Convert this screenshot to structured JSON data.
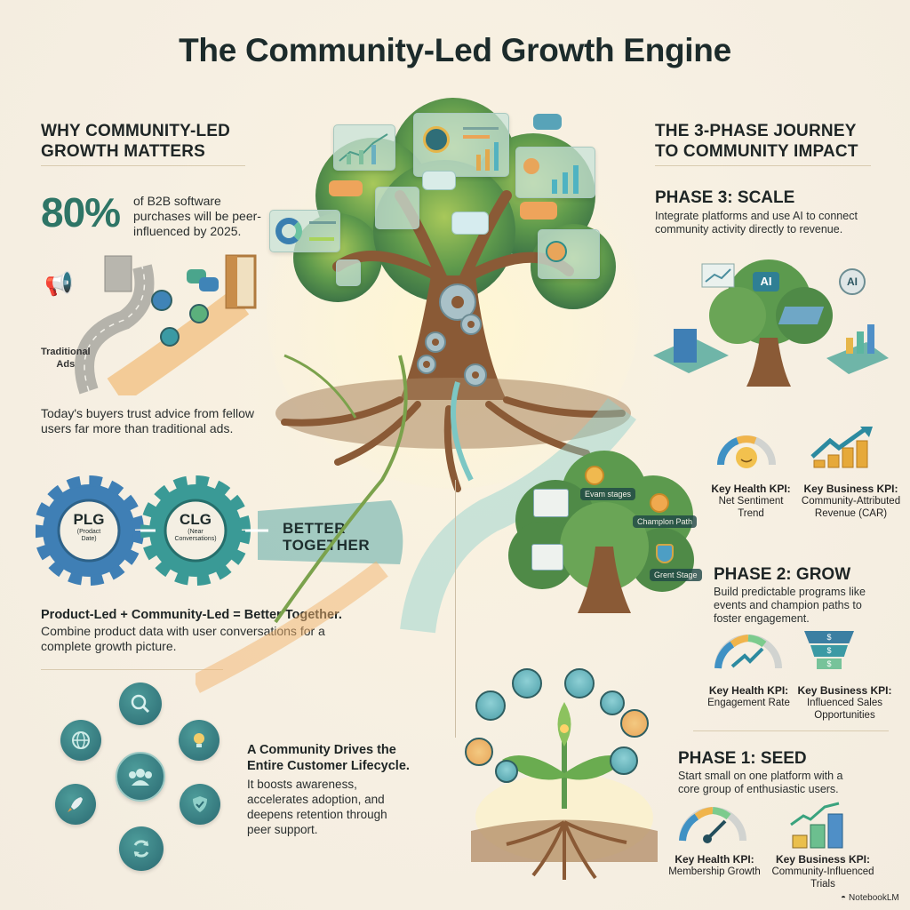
{
  "title": "The Community-Led Growth Engine",
  "left": {
    "why": {
      "heading_line1": "WHY COMMUNITY-LED",
      "heading_line2": "GROWTH MATTERS",
      "stat_value": "80%",
      "stat_text_line1": "of B2B software",
      "stat_text_line2": "purchases will be peer-",
      "stat_text_line3": "influenced by 2025.",
      "illustration_label_line1": "Traditional",
      "illustration_label_line2": "Ads",
      "caption_line1": "Today's buyers trust advice from fellow",
      "caption_line2": "users far more than traditional ads."
    },
    "plg_clg": {
      "gear1_title": "PLG",
      "gear1_sub_line1": "(Prodact",
      "gear1_sub_line2": "Date)",
      "gear2_title": "CLG",
      "gear2_sub_line1": "(Near",
      "gear2_sub_line2": "Conversations)",
      "banner_line1": "BETTER",
      "banner_line2": "TOGETHER",
      "headline": "Product-Led + Community-Led = Better Together.",
      "caption_line1": "Combine product data with user conversations for a",
      "caption_line2": "complete growth picture."
    },
    "lifecycle": {
      "icons": [
        "search-icon",
        "globe-icon",
        "lightbulb-icon",
        "community-icon",
        "rocket-icon",
        "shield-check-icon",
        "refresh-icon"
      ],
      "headline_line1": "A Community Drives the",
      "headline_line2": "Entire Customer Lifecycle.",
      "caption_line1": "It boosts awareness,",
      "caption_line2": "accelerates adoption, and",
      "caption_line3": "deepens retention through",
      "caption_line4": "peer support."
    }
  },
  "right": {
    "heading_line1": "THE 3-PHASE JOURNEY",
    "heading_line2": "TO COMMUNITY IMPACT",
    "phases": [
      {
        "title": "PHASE 3: SCALE",
        "desc_line1": "Integrate platforms and use AI to connect",
        "desc_line2": "community activity directly to revenue.",
        "ai_labels": [
          "AI",
          "AI"
        ],
        "health_kpi_label": "Key Health KPI:",
        "health_kpi_line1": "Net Sentiment",
        "health_kpi_line2": "Trend",
        "business_kpi_label": "Key Business KPI:",
        "business_kpi_line1": "Community-Attributed",
        "business_kpi_line2": "Revenue (CAR)"
      },
      {
        "title": "PHASE 2: GROW",
        "desc_line1": "Build predictable programs like",
        "desc_line2": "events and champion paths to",
        "desc_line3": "foster engagement.",
        "tree_tags": [
          "Evam stages",
          "Champlon Path",
          "Grent Stage"
        ],
        "funnel_symbol": "$",
        "health_kpi_label": "Key Health KPI:",
        "health_kpi_line1": "Engagement Rate",
        "business_kpi_label": "Key Business KPI:",
        "business_kpi_line1": "Influenced Sales",
        "business_kpi_line2": "Opportunities"
      },
      {
        "title": "PHASE 1: SEED",
        "desc_line1": "Start small on one platform with a",
        "desc_line2": "core group of enthusiastic users.",
        "health_kpi_label": "Key Health KPI:",
        "health_kpi_line1": "Membership Growth",
        "business_kpi_label": "Key Business KPI:",
        "business_kpi_line1": "Community-Influenced",
        "business_kpi_line2": "Trials"
      }
    ]
  },
  "watermark": "NotebookLM",
  "colors": {
    "background": "#f6efe2",
    "accent_teal": "#2e7566",
    "gear_blue": "#3f7fb5",
    "gear_teal": "#3a9a96",
    "tree_green": "#5c9a4e",
    "trunk_brown": "#8a5a36",
    "gold": "#e6a93a",
    "river": "#7cc7c4"
  }
}
